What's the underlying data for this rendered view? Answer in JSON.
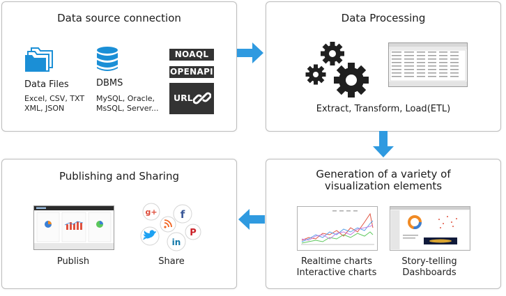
{
  "source_panel": {
    "title": "Data source connection",
    "files": {
      "title": "Data Files",
      "line1": "Excel, CSV, TXT",
      "line2": "XML, JSON"
    },
    "dbms": {
      "title": "DBMS",
      "line1": "MySQL, Oracle,",
      "line2": "MsSQL, Server..."
    },
    "tags": [
      "NOAQL",
      "OPENAPI",
      "URL"
    ]
  },
  "processing_panel": {
    "title": "Data Processing",
    "caption": "Extract, Transform, Load(ETL)"
  },
  "generation_panel": {
    "title_line1": "Generation of a variety of",
    "title_line2": "visualization elements",
    "charts_caption_line1": "Realtime charts",
    "charts_caption_line2": "Interactive charts",
    "story_caption_line1": "Story-telling",
    "story_caption_line2": "Dashboards"
  },
  "publishing_panel": {
    "title": "Publishing and Sharing",
    "publish_label": "Publish",
    "share_label": "Share",
    "share_icons": [
      "g+",
      "f",
      "rss",
      "p",
      "twitter",
      "in"
    ]
  },
  "colors": {
    "arrow": "#2f9ae0",
    "icon_blue": "#1b8fd6",
    "tag_bg": "#333333",
    "border": "#bdbdbd"
  }
}
